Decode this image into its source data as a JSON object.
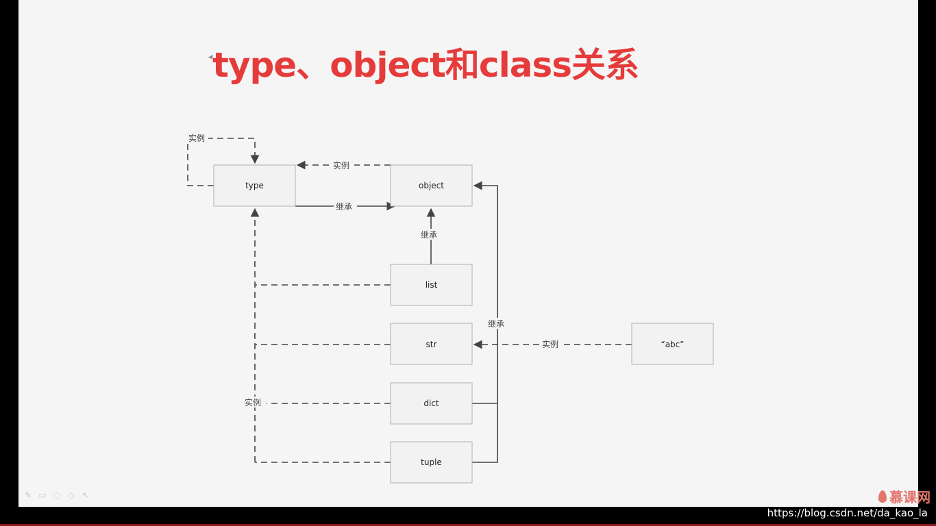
{
  "slide": {
    "title": "type、object和class关系"
  },
  "diagram": {
    "nodes": {
      "type": "type",
      "object": "object",
      "list": "list",
      "str": "str",
      "dict": "dict",
      "tuple": "tuple",
      "abc": "“abc”"
    },
    "labels": {
      "type_self_instance": "实例",
      "object_type_instance": "实例",
      "type_object_inherit": "继承",
      "list_object_inherit": "继承",
      "bus_inherit": "继承",
      "abc_str_instance": "实例",
      "builtin_type_instance": "实例"
    }
  },
  "toolbar": {
    "icons": [
      "pencil-icon",
      "card-icon",
      "eraser-icon",
      "highlighter-icon",
      "pointer-icon"
    ]
  },
  "brand": {
    "name": "慕课网"
  },
  "watermark": {
    "text": "https://blog.csdn.net/da_kao_la"
  },
  "colors": {
    "title": "#e63b3b",
    "brand": "#e3756c",
    "line": "#444444"
  }
}
